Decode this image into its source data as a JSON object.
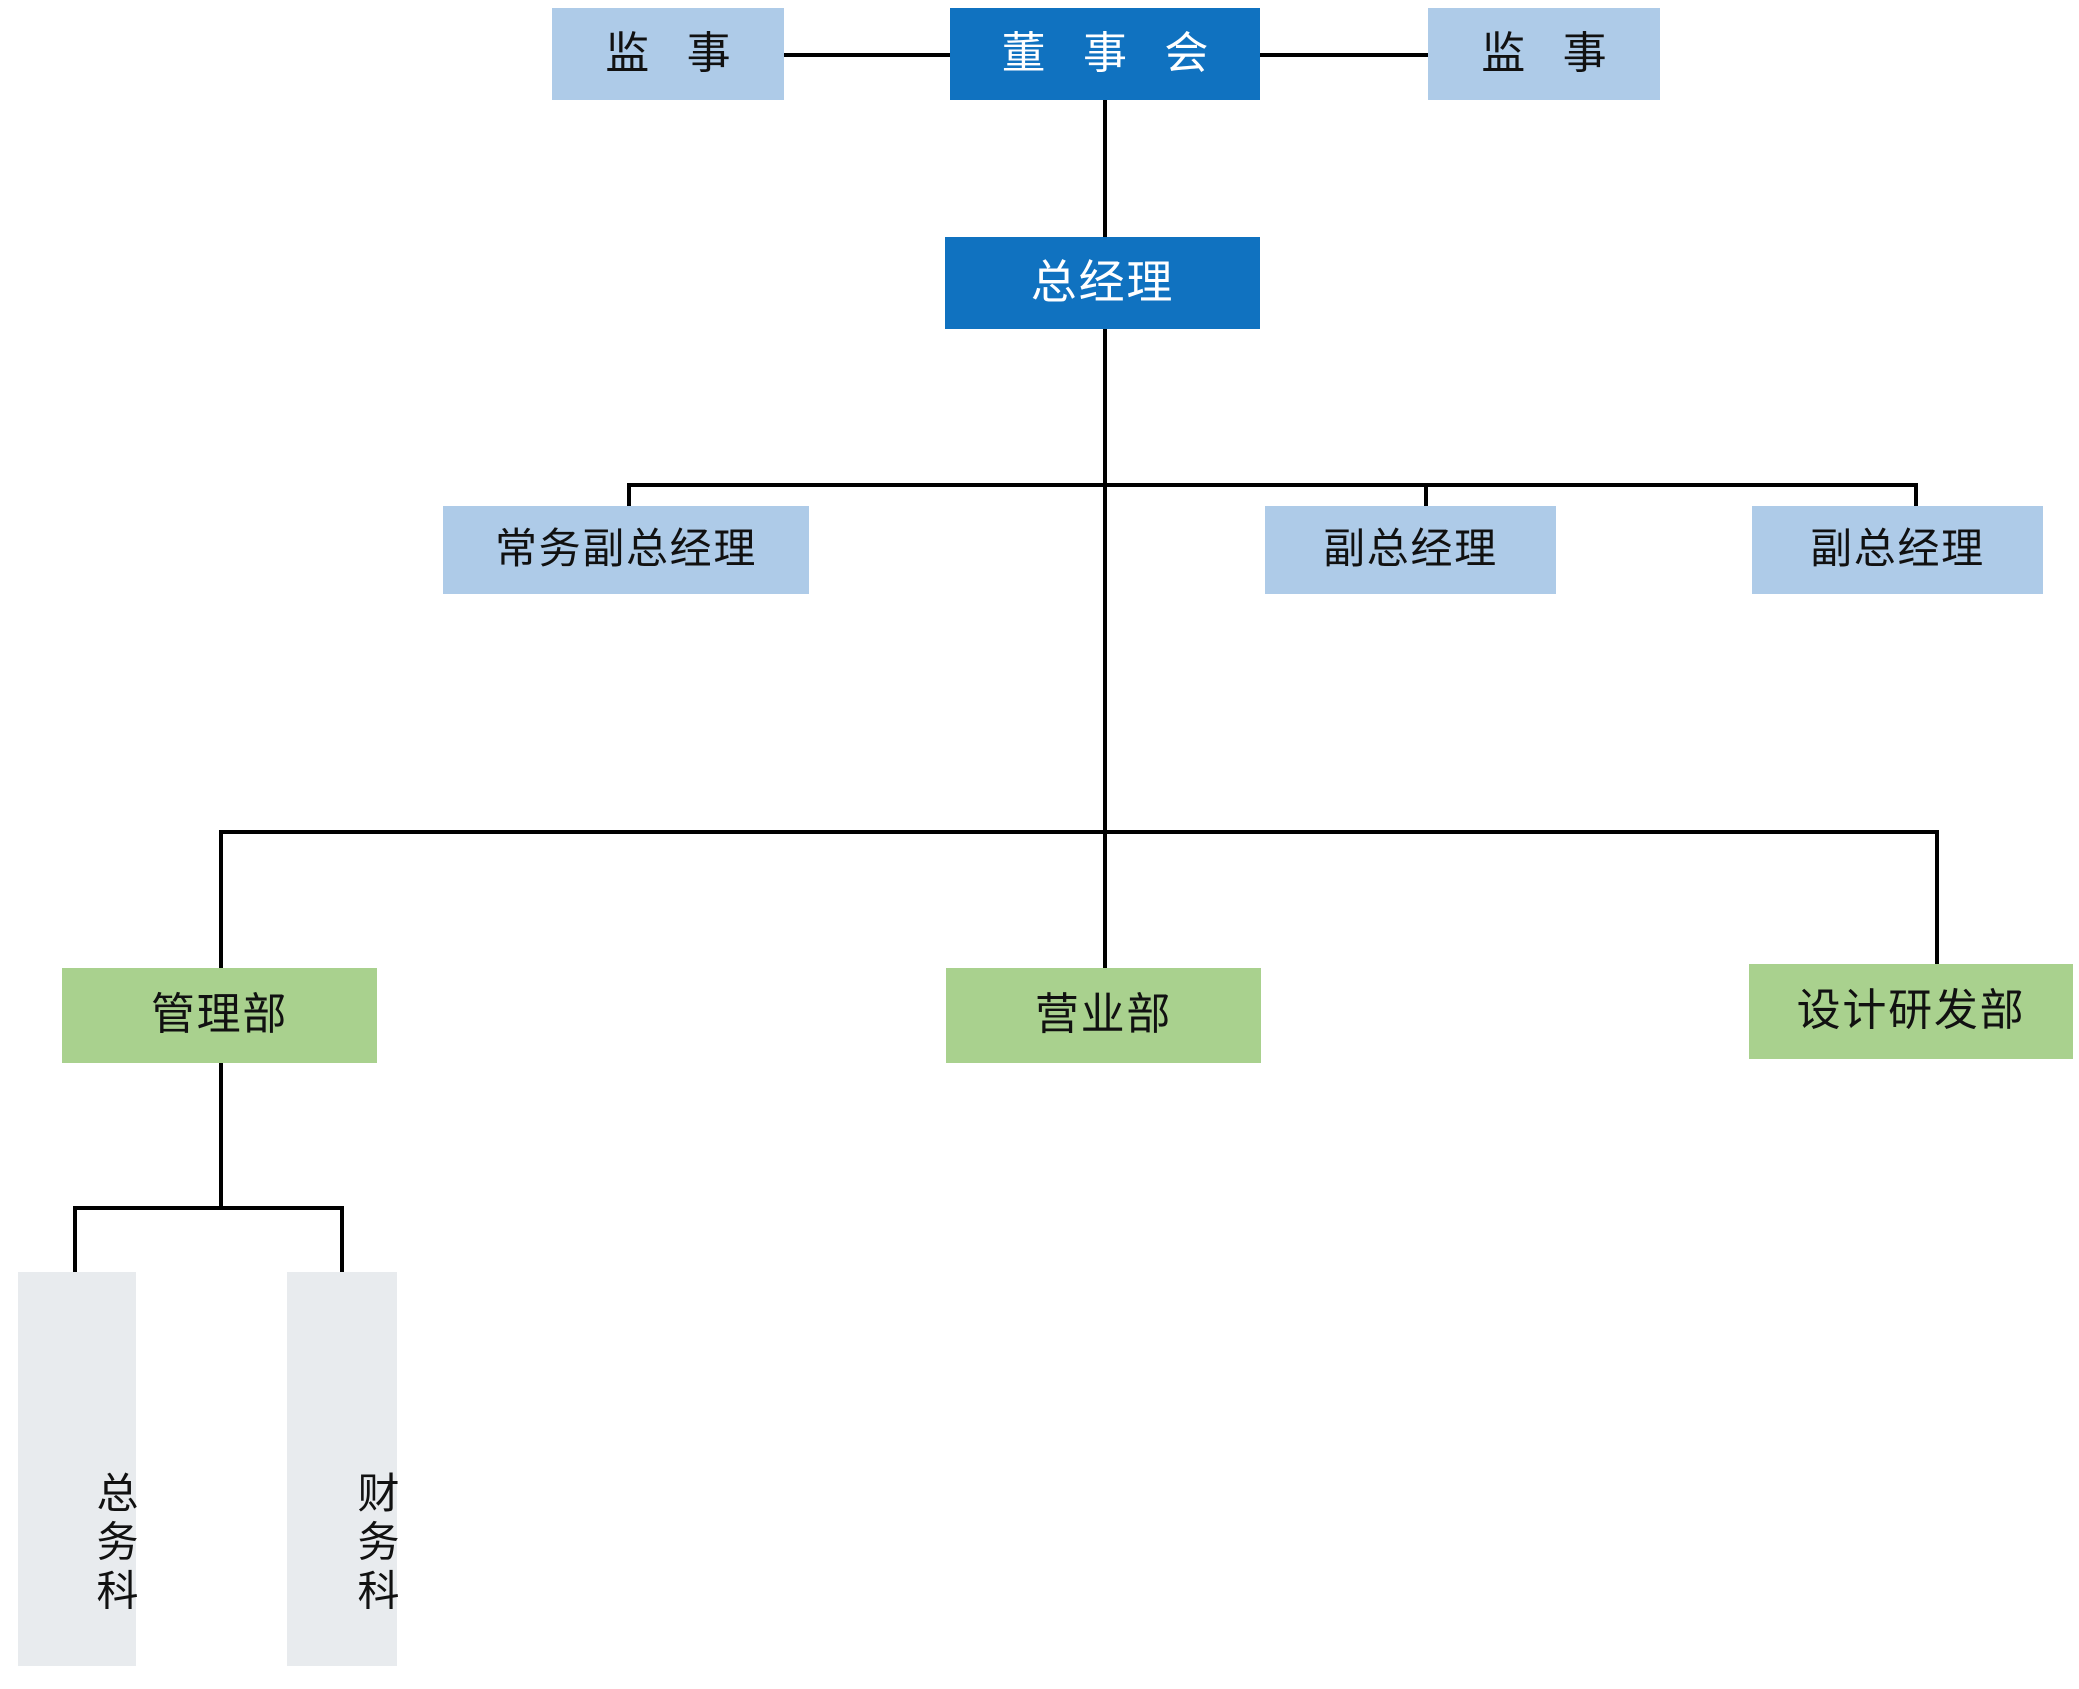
{
  "chart_title": "",
  "palette": {
    "board_fill": "#1072C0",
    "board_text": "#FFFFFF",
    "supervisor_fill": "#AECBE8",
    "vp_fill": "#AECBE8",
    "department_fill": "#A9D18E",
    "section_fill": "#E8EBEE",
    "connector": "#000000",
    "background": "#FFFFFF"
  },
  "nodes": {
    "supervisor_left": {
      "label": "监 事"
    },
    "board": {
      "label": "董 事 会"
    },
    "supervisor_right": {
      "label": "监 事"
    },
    "general_manager": {
      "label": "总经理"
    },
    "vp_executive": {
      "label": "常务副总经理"
    },
    "vp_two": {
      "label": "副总经理"
    },
    "vp_three": {
      "label": "副总经理"
    },
    "dept_admin": {
      "label": "管理部"
    },
    "dept_sales": {
      "label": "营业部"
    },
    "dept_design_rd": {
      "label": "设计研发部"
    },
    "section_general_affairs": {
      "label": "总务科"
    },
    "section_finance": {
      "label": "财务科"
    }
  }
}
